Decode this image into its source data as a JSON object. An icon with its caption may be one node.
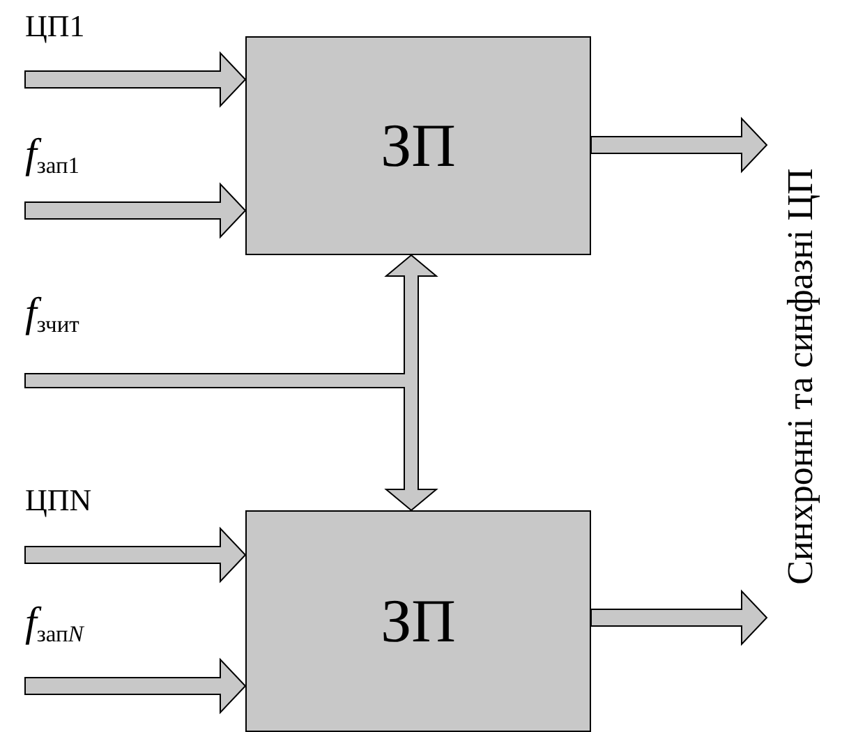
{
  "diagram": {
    "nodes": [
      {
        "text": [
          "ЗП"
        ]
      },
      {
        "text": [
          "ЗП"
        ]
      },
      {
        "text": [
          "Синхронні та синфазні ЦП"
        ]
      },
      {
        "text": [
          "*f*$_{зчит}$"
        ]
      }
    ],
    "edges": [
      {
        "from": null,
        "to": 0,
        "arrow": "to",
        "label": "ЦП1"
      },
      {
        "from": null,
        "to": 0,
        "arrow": "to",
        "label": "*f*$_{зап1}$"
      },
      {
        "from": null,
        "to": 1,
        "arrow": "to",
        "label": "ЦПN"
      },
      {
        "from": null,
        "to": 1,
        "arrow": "to",
        "label": "*f*$_{зап}$*$_{N}$*"
      },
      {
        "from": 3,
        "to": 0,
        "arrow": "to"
      },
      {
        "from": 3,
        "to": 1,
        "arrow": "to"
      },
      {
        "from": 0,
        "to": 2,
        "arrow": "to"
      },
      {
        "from": 1,
        "to": 2,
        "arrow": "to"
      }
    ]
  }
}
